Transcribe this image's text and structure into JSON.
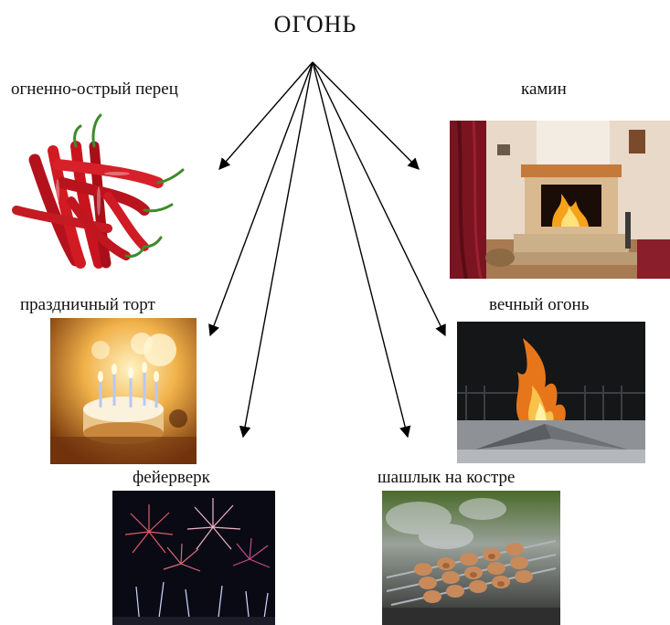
{
  "title": "ОГОНЬ",
  "items": [
    {
      "label": "огненно-острый перец",
      "picture": "red-chili-peppers"
    },
    {
      "label": "камин",
      "picture": "fireplace"
    },
    {
      "label": "праздничный торт",
      "picture": "birthday-cake-with-candles"
    },
    {
      "label": "вечный огонь",
      "picture": "eternal-flame"
    },
    {
      "label": "фейерверк",
      "picture": "fireworks"
    },
    {
      "label": "шашлык на костре",
      "picture": "shashlik-on-grill"
    }
  ],
  "colors": {
    "arrow": "#000000",
    "text": "#111111",
    "flame": "#f7a21b",
    "pepper": "#c8141e"
  }
}
